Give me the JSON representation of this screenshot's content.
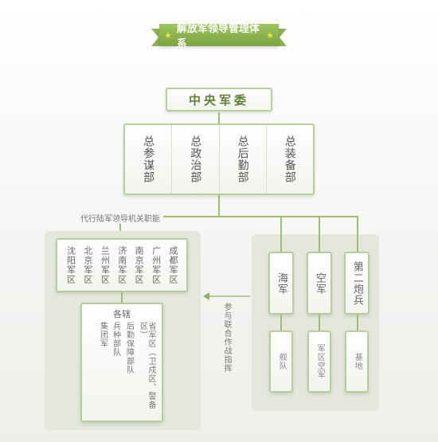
{
  "title": "解放军领导管理体系",
  "cmc": "中央军委",
  "departments": [
    "总参谋部",
    "总政治部",
    "总后勤部",
    "总装备部"
  ],
  "ground_note": "代行陆军领导机关职能",
  "regions": [
    "沈阳军区",
    "北京军区",
    "兰州军区",
    "济南军区",
    "南京军区",
    "广州军区",
    "成都军区"
  ],
  "subordinates": {
    "title": "各辖",
    "columns": [
      "集团军",
      "兵种部队",
      "后勤保障部队",
      "省军区（卫戍区、警备区）"
    ]
  },
  "joint_note": "参与联合作战指挥",
  "services": [
    {
      "name": "海军",
      "branch": "舰队"
    },
    {
      "name": "空军",
      "branch": "军区空军"
    },
    {
      "name": "第二炮兵",
      "branch": "基地"
    }
  ]
}
